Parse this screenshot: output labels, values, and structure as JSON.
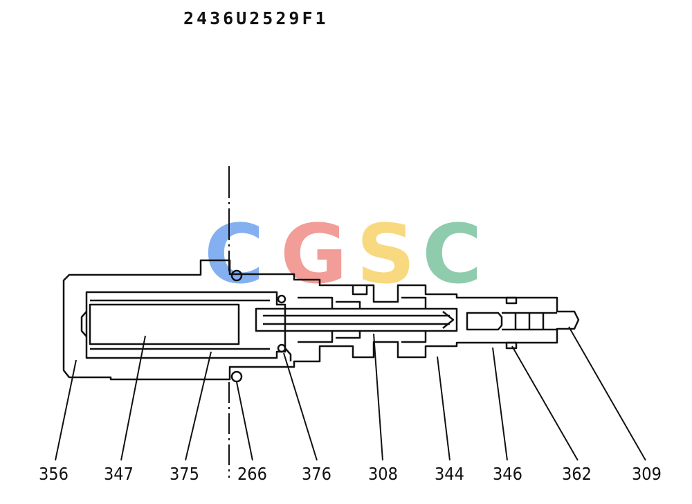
{
  "drawing": {
    "code": "2436U2529F1",
    "watermark": {
      "letters": [
        "C",
        "G",
        "S",
        "C"
      ],
      "colors": [
        "#6FA3F0",
        "#F08D86",
        "#F7D36A",
        "#7CC4A0"
      ]
    },
    "line_color": "#111111",
    "part_labels": [
      {
        "id": "356",
        "text": "356"
      },
      {
        "id": "347",
        "text": "347"
      },
      {
        "id": "375",
        "text": "375"
      },
      {
        "id": "266",
        "text": "266"
      },
      {
        "id": "376",
        "text": "376"
      },
      {
        "id": "308",
        "text": "308"
      },
      {
        "id": "344",
        "text": "344"
      },
      {
        "id": "346",
        "text": "346"
      },
      {
        "id": "362",
        "text": "362"
      },
      {
        "id": "309",
        "text": "309"
      }
    ]
  }
}
